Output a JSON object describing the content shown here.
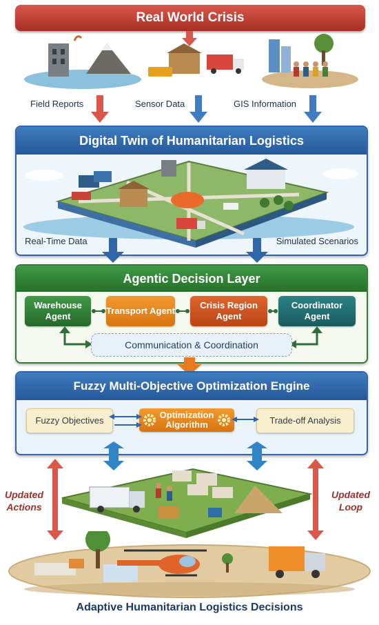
{
  "top_banner": "Real World Crisis",
  "sources": [
    "Field Reports",
    "Sensor Data",
    "GIS Information"
  ],
  "twin": {
    "title": "Digital Twin of Humanitarian Logistics",
    "left_label": "Real-Time Data",
    "right_label": "Simulated Scenarios"
  },
  "agentic": {
    "title": "Agentic Decision Layer",
    "agents": [
      "Warehouse Agent",
      "Transport Agent",
      "Crisis Region Agent",
      "Coordinator Agent"
    ],
    "communication": "Communication & Coordination"
  },
  "fuzzy": {
    "title": "Fuzzy Multi-Objective Optimization Engine",
    "objectives": "Fuzzy Objectives",
    "algorithm": "Optimization Algorithm",
    "tradeoff": "Trade-off Analysis"
  },
  "feedback": {
    "left": "Updated Actions",
    "right": "Updated Loop"
  },
  "bottom_caption": "Adaptive Humanitarian Logistics Decisions",
  "colors": {
    "red": "#b83a2e",
    "blue": "#2f66a8",
    "green": "#2f7d35",
    "orange": "#e8861f",
    "teal": "#1f6e73"
  }
}
